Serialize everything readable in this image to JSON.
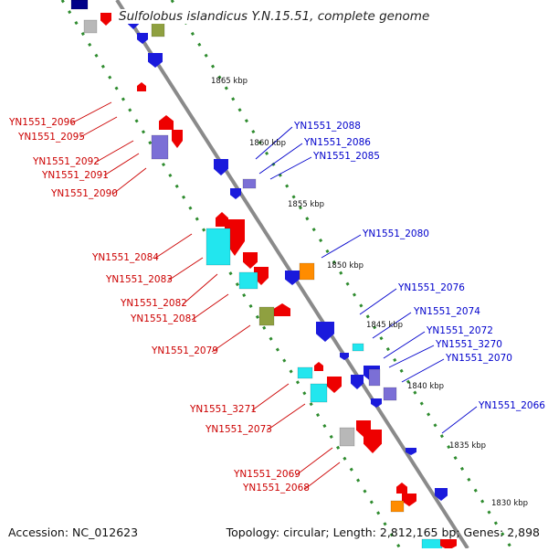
{
  "title": "Sulfolobus islandicus Y.N.15.51, complete genome",
  "footer": {
    "accession": "Accession: NC_012623",
    "topology": "Topology: circular; Length: 2,812,165 bp; Genes: 2,898"
  },
  "colors": {
    "backbone": "#8a8a8a",
    "minus_strand_label": "#cc0000",
    "plus_strand_label": "#0000cc",
    "dots": "#2e8b2e",
    "arrow_red": "#ee0000",
    "arrow_blue": "#1a1adc",
    "cyan": "#22e6ee",
    "orange": "#ff8c00",
    "purple": "#7b6fd6",
    "gray": "#b8b8b8",
    "olive": "#8fa040"
  },
  "scale_labels": [
    "1865 kbp",
    "1860 kbp",
    "1855 kbp",
    "1850 kbp",
    "1845 kbp",
    "1840 kbp",
    "1835 kbp",
    "1830 kbp"
  ],
  "labels_minus": [
    "YN1551_2096",
    "YN1551_2095",
    "YN1551_2092",
    "YN1551_2091",
    "YN1551_2090",
    "YN1551_2084",
    "YN1551_2083",
    "YN1551_2082",
    "YN1551_2081",
    "YN1551_2079",
    "YN1551_3271",
    "YN1551_2073",
    "YN1551_2069",
    "YN1551_2068"
  ],
  "labels_plus": [
    "YN1551_2088",
    "YN1551_2086",
    "YN1551_2085",
    "YN1551_2080",
    "YN1551_2076",
    "YN1551_2074",
    "YN1551_2072",
    "YN1551_3270",
    "YN1551_2070",
    "YN1551_2066"
  ]
}
